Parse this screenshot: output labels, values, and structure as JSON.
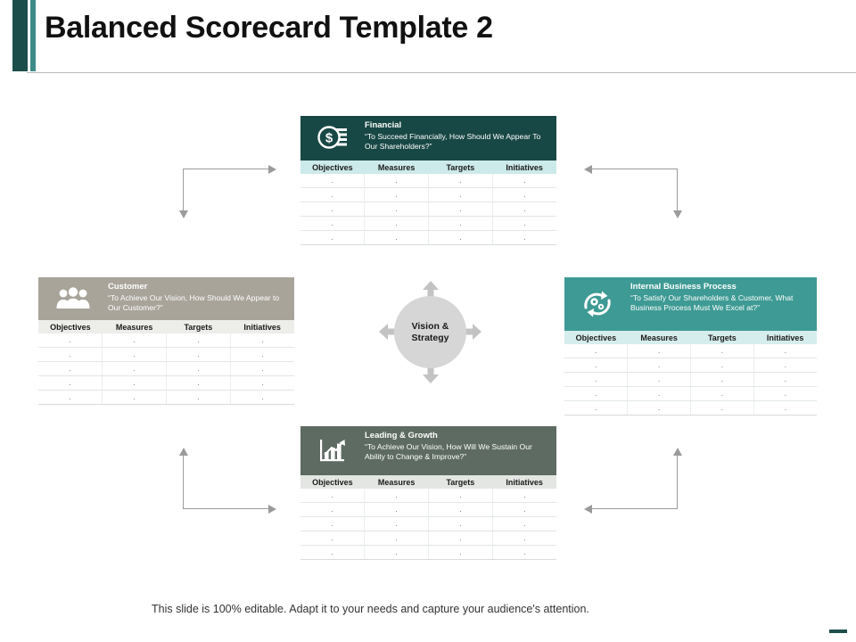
{
  "slide": {
    "title": "Balanced Scorecard Template 2",
    "footer_note": "This slide is 100% editable. Adapt it to your needs and capture your audience's attention.",
    "accent_color_dark": "#1c4f4c",
    "accent_color_light": "#3d8b89"
  },
  "center": {
    "label": "Vision &\nStrategy",
    "circle_color": "#d6d6d6",
    "arrow_color": "#c3c3c3",
    "arrow_directions": [
      "up",
      "right",
      "down",
      "left"
    ]
  },
  "columns": [
    "Objectives",
    "Measures",
    "Targets",
    "Initiatives"
  ],
  "row_marker": ".",
  "row_count": 5,
  "panels": [
    {
      "key": "financial",
      "name": "Financial",
      "quote": "“To Succeed Financially, How Should We Appear To Our Shareholders?”",
      "icon": "dollar-coin-icon",
      "header_color": "#184845",
      "column_header_color": "#cdeaea",
      "columns": [
        "Objectives",
        "Measures",
        "Targets",
        "Initiatives"
      ],
      "rows": [
        [
          ".",
          ".",
          ".",
          "."
        ],
        [
          ".",
          ".",
          ".",
          "."
        ],
        [
          ".",
          ".",
          ".",
          "."
        ],
        [
          ".",
          ".",
          ".",
          "."
        ],
        [
          ".",
          ".",
          ".",
          "."
        ]
      ]
    },
    {
      "key": "customer",
      "name": "Customer",
      "quote": "“To Achieve Our Vision, How Should We Appear to Our Customer?”",
      "icon": "people-group-icon",
      "header_color": "#a8a49a",
      "column_header_color": "#ededea",
      "columns": [
        "Objectives",
        "Measures",
        "Targets",
        "Initiatives"
      ],
      "rows": [
        [
          ".",
          ".",
          ".",
          "."
        ],
        [
          ".",
          ".",
          ".",
          "."
        ],
        [
          ".",
          ".",
          ".",
          "."
        ],
        [
          ".",
          ".",
          ".",
          "."
        ],
        [
          ".",
          ".",
          ".",
          "."
        ]
      ]
    },
    {
      "key": "internal",
      "name": "Internal Business Process",
      "quote": "“To Satisfy Our Shareholders & Customer, What Business Process Must We Excel at?”",
      "icon": "process-cycle-gears-icon",
      "header_color": "#3e9a94",
      "column_header_color": "#d6eded",
      "columns": [
        "Objectives",
        "Measures",
        "Targets",
        "Initiatives"
      ],
      "rows": [
        [
          ".",
          ".",
          ".",
          "."
        ],
        [
          ".",
          ".",
          ".",
          "."
        ],
        [
          ".",
          ".",
          ".",
          "."
        ],
        [
          ".",
          ".",
          ".",
          "."
        ],
        [
          ".",
          ".",
          ".",
          "."
        ]
      ]
    },
    {
      "key": "growth",
      "name": "Leading & Growth",
      "quote": "“To Achieve Our Vision, How Will We Sustain Our Ability to Change & Improve?”",
      "icon": "growth-bar-chart-icon",
      "header_color": "#5d6b62",
      "column_header_color": "#e4e6e4",
      "columns": [
        "Objectives",
        "Measures",
        "Targets",
        "Initiatives"
      ],
      "rows": [
        [
          ".",
          ".",
          ".",
          "."
        ],
        [
          ".",
          ".",
          ".",
          "."
        ],
        [
          ".",
          ".",
          ".",
          "."
        ],
        [
          ".",
          ".",
          ".",
          "."
        ],
        [
          ".",
          ".",
          ".",
          "."
        ]
      ]
    }
  ],
  "connectors": [
    {
      "key": "top-left",
      "arrows": [
        "right",
        "down"
      ]
    },
    {
      "key": "top-right",
      "arrows": [
        "left",
        "down"
      ]
    },
    {
      "key": "bottom-left",
      "arrows": [
        "up",
        "right"
      ]
    },
    {
      "key": "bottom-right",
      "arrows": [
        "up",
        "left"
      ]
    }
  ]
}
